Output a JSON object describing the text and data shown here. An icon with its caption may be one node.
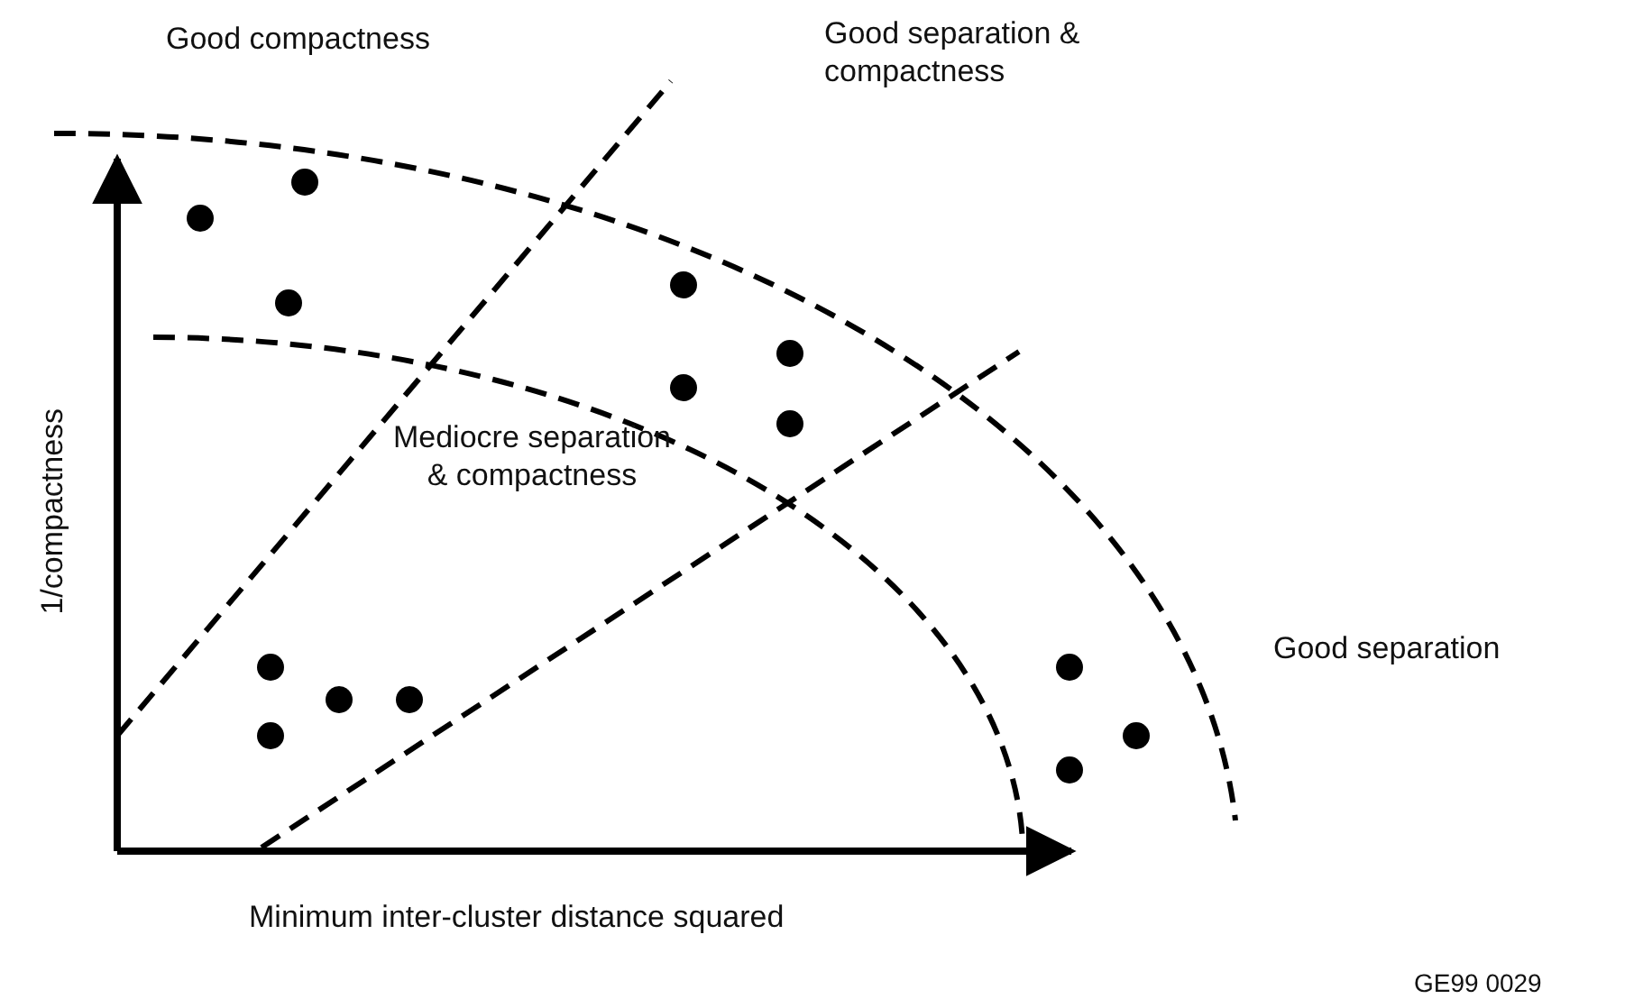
{
  "diagram": {
    "labels": [
      "Good compactness",
      "Good separation & compactness",
      "Mediocre separation & compactness",
      "Good separation",
      "1/compactness",
      "Minimum inter-cluster distance squared",
      "GE99 0029"
    ]
  }
}
